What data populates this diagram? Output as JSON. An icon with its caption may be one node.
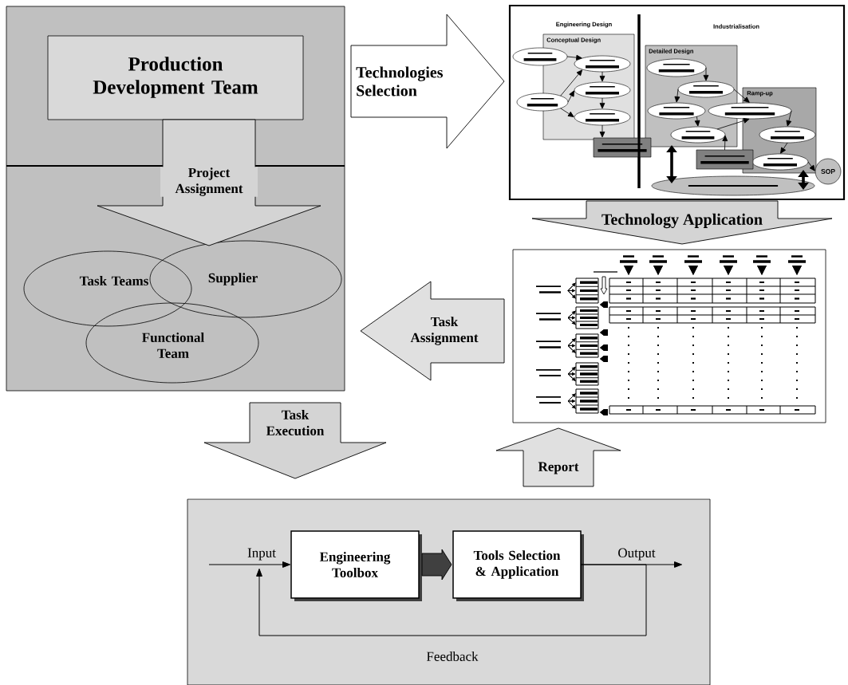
{
  "diagram": {
    "nodes": [
      {
        "text": [],
        "shape": "box"
      },
      {
        "text": [
          "Production Development Team"
        ],
        "in": 0
      },
      {
        "text": [
          "Task Teams"
        ],
        "in": 0
      },
      {
        "text": [
          "Supplier"
        ],
        "in": 0
      },
      {
        "text": [
          "Functional Team"
        ],
        "in": 0
      },
      {
        "text": [],
        "shape": "box"
      },
      {
        "text": [
          "Conceptual Design"
        ],
        "in": 5
      },
      {
        "text": [],
        "shape": "ellipse",
        "in": 5
      },
      {
        "text": [],
        "shape": "ellipse",
        "in": 6
      },
      {
        "text": [],
        "shape": "ellipse",
        "in": 5
      },
      {
        "text": [],
        "shape": "ellipse",
        "in": 6
      },
      {
        "text": [],
        "shape": "ellipse",
        "in": 6
      },
      {
        "text": [],
        "shape": "box",
        "in": 5
      },
      {
        "text": [
          "Detailed Design"
        ],
        "in": 5
      },
      {
        "text": [],
        "shape": "ellipse",
        "in": 13
      },
      {
        "text": [],
        "shape": "ellipse",
        "in": 13
      },
      {
        "text": [],
        "shape": "ellipse",
        "in": 13
      },
      {
        "text": [],
        "shape": "ellipse",
        "in": 5
      },
      {
        "text": [],
        "shape": "ellipse",
        "in": 13
      },
      {
        "text": [
          "Ramp-up"
        ],
        "in": 5
      },
      {
        "text": [],
        "shape": "box",
        "in": 5
      },
      {
        "text": [],
        "shape": "ellipse",
        "in": 19
      },
      {
        "text": [],
        "shape": "ellipse",
        "in": 19
      },
      {
        "text": [
          "SOP"
        ],
        "in": 5
      },
      {
        "text": [],
        "shape": "ellipse",
        "in": 5
      },
      {
        "text": [],
        "shape": "box"
      },
      {
        "text": [],
        "shape": "box"
      },
      {
        "text": [
          "Engineering Toolbox"
        ],
        "in": 26
      },
      {
        "text": [
          "Tools Selection & Application"
        ],
        "in": 26
      }
    ],
    "edges": [
      {
        "from": 1,
        "to": null,
        "arrow": "to",
        "label": "Project Assignment",
        "style": "thick"
      },
      {
        "from": 0,
        "to": 5,
        "arrow": "to",
        "label": "Technologies Selection",
        "style": "thick"
      },
      {
        "from": 5,
        "to": 25,
        "arrow": "to",
        "label": "Technology Application",
        "style": "thick"
      },
      {
        "from": 25,
        "to": 0,
        "arrow": "to",
        "label": "Task Assignment",
        "style": "thick"
      },
      {
        "from": 0,
        "to": 26,
        "arrow": "to",
        "label": "Task Execution",
        "style": "thick"
      },
      {
        "from": 26,
        "to": 25,
        "arrow": "to",
        "label": "Report",
        "style": "thick"
      },
      {
        "from": 7,
        "to": 8,
        "arrow": "to"
      },
      {
        "from": 8,
        "to": 10,
        "arrow": "to"
      },
      {
        "from": 10,
        "to": 11,
        "arrow": "to"
      },
      {
        "from": 9,
        "to": 8,
        "arrow": "to"
      },
      {
        "from": 9,
        "to": 10,
        "arrow": "to"
      },
      {
        "from": 9,
        "to": 11,
        "arrow": "to"
      },
      {
        "from": 11,
        "to": 12,
        "arrow": "to"
      },
      {
        "from": 14,
        "to": 15,
        "arrow": "to"
      },
      {
        "from": 15,
        "to": 16,
        "arrow": "to"
      },
      {
        "from": 15,
        "to": 17,
        "arrow": "to"
      },
      {
        "from": 16,
        "to": 18,
        "arrow": "to"
      },
      {
        "from": 18,
        "to": 17,
        "arrow": "to"
      },
      {
        "from": 20,
        "to": 18,
        "arrow": "to"
      },
      {
        "from": 17,
        "to": 21,
        "arrow": "to"
      },
      {
        "from": 21,
        "to": 22,
        "arrow": "to"
      },
      {
        "from": 22,
        "to": 23,
        "arrow": "to"
      },
      {
        "from": 13,
        "to": 24,
        "arrow": "both",
        "style": "thick"
      },
      {
        "from": 19,
        "to": 24,
        "arrow": "both",
        "style": "thick"
      },
      {
        "from": null,
        "to": 27,
        "arrow": "to",
        "label": "Input"
      },
      {
        "from": 28,
        "to": null,
        "arrow": "to",
        "label": "Output"
      },
      {
        "from": 27,
        "to": 28,
        "arrow": "to",
        "style": "thick"
      },
      {
        "from": 28,
        "to": null,
        "arrow": "to",
        "label": "Feedback"
      }
    ],
    "labels": [
      "Engineering Design",
      "Industrialisation"
    ]
  }
}
